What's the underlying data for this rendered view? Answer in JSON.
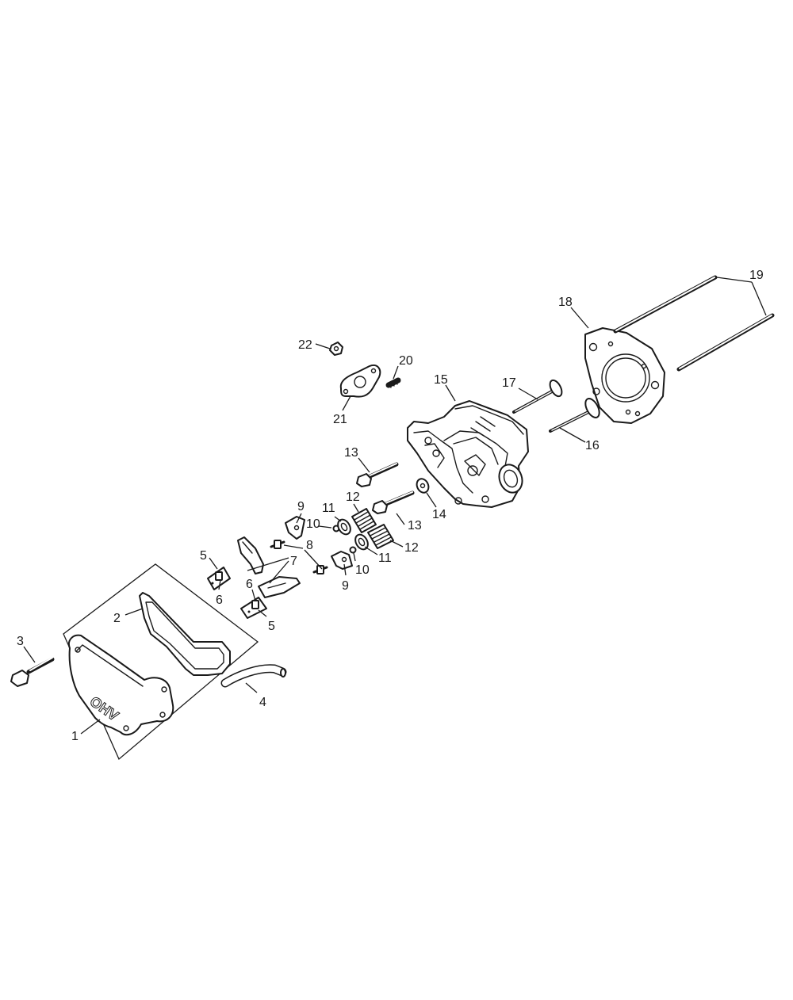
{
  "labels": {
    "l1": "1",
    "l2": "2",
    "l3": "3",
    "l4": "4",
    "l5a": "5",
    "l5b": "5",
    "l6a": "6",
    "l6b": "6",
    "l7": "7",
    "l8": "8",
    "l9a": "9",
    "l9b": "9",
    "l10a": "10",
    "l10b": "10",
    "l11a": "11",
    "l11b": "11",
    "l12a": "12",
    "l12b": "12",
    "l13a": "13",
    "l13b": "13",
    "l14": "14",
    "l15": "15",
    "l16": "16",
    "l17": "17",
    "l18": "18",
    "l19": "19",
    "l20": "20",
    "l21": "21",
    "l22": "22"
  },
  "cover_emboss": "OHV",
  "colors": {
    "line": "#1a1a1a",
    "background": "#ffffff"
  }
}
